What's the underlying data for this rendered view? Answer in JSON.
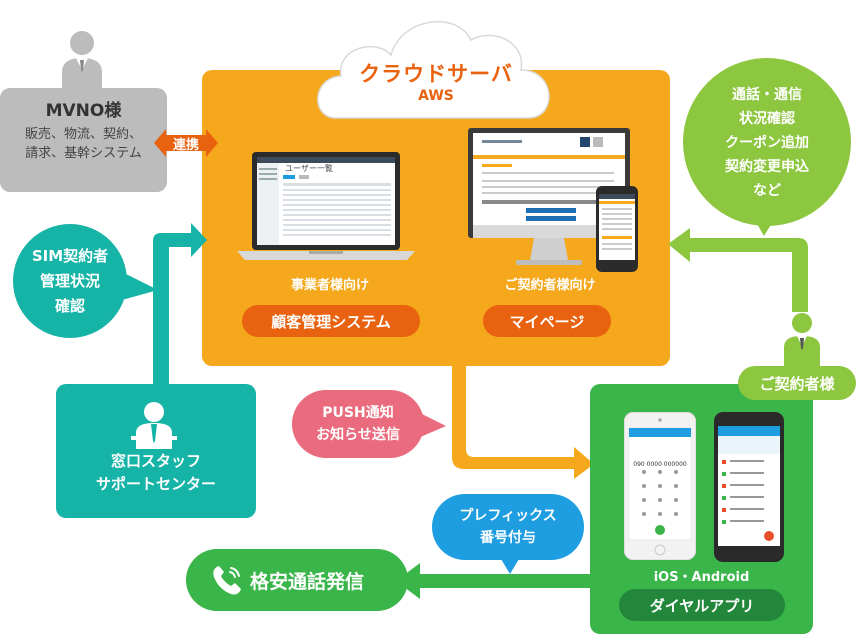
{
  "mvno": {
    "title": "MVNO様",
    "desc": "販売、物流、契約、\n請求、基幹システム",
    "link_label": "連携"
  },
  "cloud": {
    "title": "クラウドサーバ",
    "subtitle": "AWS"
  },
  "business": {
    "caption": "事業者様向け",
    "button": "顧客管理システム"
  },
  "customer_page": {
    "caption": "ご契約者様向け",
    "button": "マイページ"
  },
  "sim_bubble": "SIM契約者\n管理状況\n確認",
  "staff": {
    "label": "窓口スタッフ\nサポートセンター"
  },
  "push_bubble": "PUSH通知\nお知らせ送信",
  "customer_bubble": "通話・通信\n状況確認\nクーポン追加\n契約変更申込\nなど",
  "customer_label": "ご契約者様",
  "app": {
    "platforms": "iOS・Android",
    "button": "ダイヤルアプリ",
    "phone_number": "090 0000 000000"
  },
  "prefix_bubble": "プレフィックス\n番号付与",
  "call_button": "格安通話発信",
  "screens": {
    "list_title": "ユーザー一覧"
  },
  "colors": {
    "orange": "#f5a81c",
    "dark_orange": "#e8620f",
    "teal": "#16b3a7",
    "green": "#3ab54a",
    "light_green": "#8dc63f",
    "pink": "#ea6b7d",
    "blue": "#1e9de0",
    "gray": "#bcbcbc",
    "red": "#e94e2a"
  }
}
